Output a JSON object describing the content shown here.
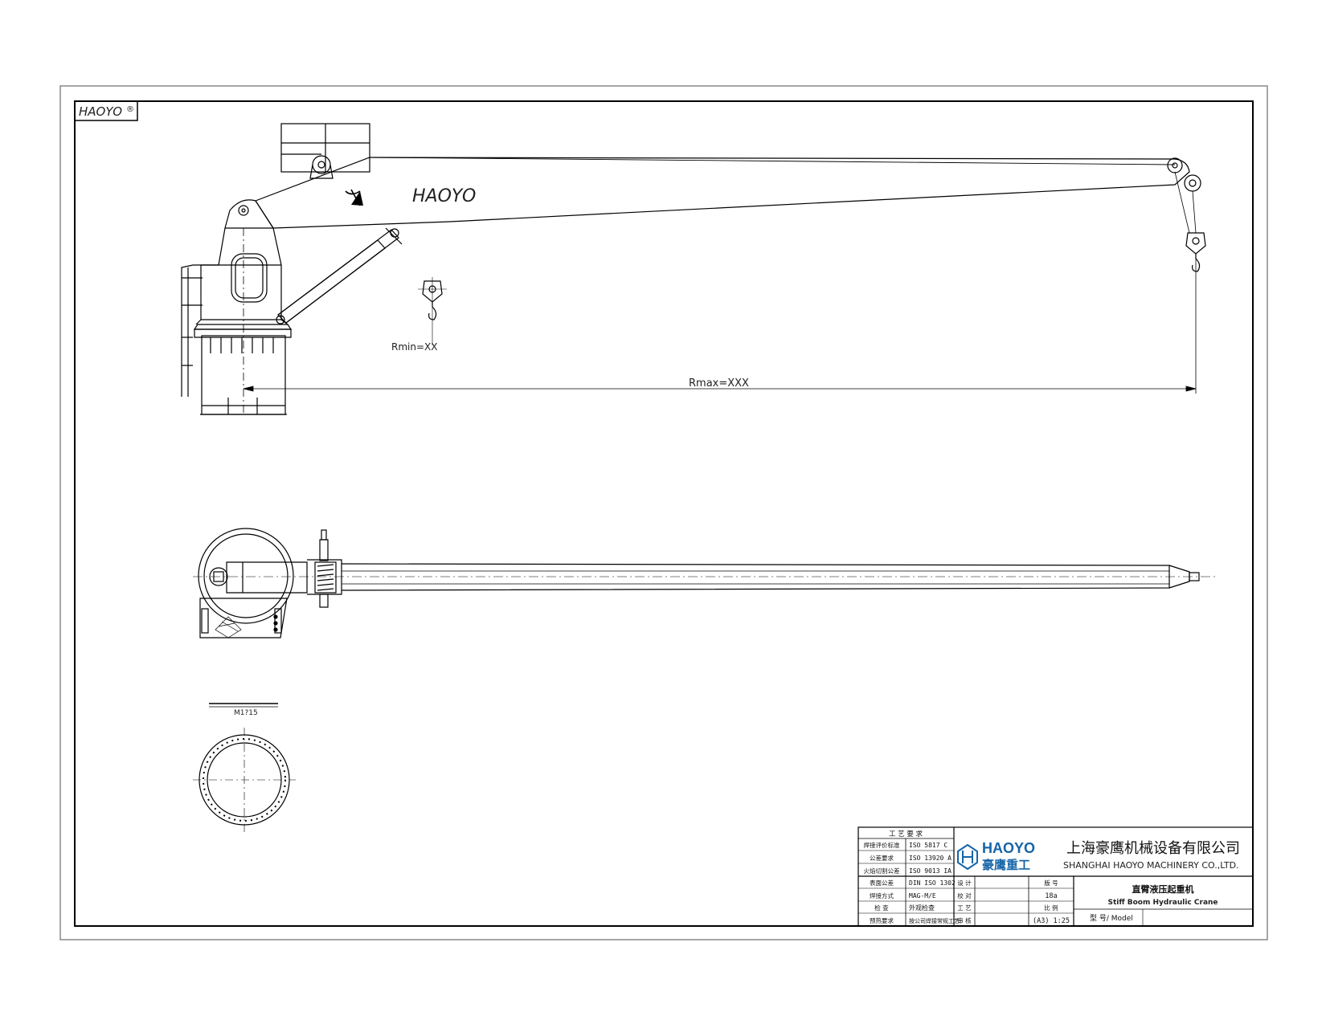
{
  "corner_logo": {
    "text": "HAOYO",
    "mark": "®"
  },
  "side_view": {
    "boom_label": "HAOYO",
    "rmin_label": "Rmin=XX",
    "rmax_label": "Rmax=XXX"
  },
  "bearing_view": {
    "label": "M1?15"
  },
  "title_block": {
    "process_header": "工 艺 要 求",
    "requirements": [
      {
        "name": "焊接评价标准",
        "value": "ISO 5817 C"
      },
      {
        "name": "公差要求",
        "value": "ISO 13920 A"
      },
      {
        "name": "火焰切割公差",
        "value": "ISO 9013 IA"
      },
      {
        "name": "表面公差",
        "value": "DIN ISO 1302"
      },
      {
        "name": "焊接方式",
        "value": "MAG-M/E"
      },
      {
        "name": "检 查",
        "value": "外观检查"
      },
      {
        "name": "预热要求",
        "value": "按公司焊接常规工艺"
      }
    ],
    "roles": [
      "设 计",
      "校 对",
      "工 艺",
      "审 核"
    ],
    "info_labels": [
      "版 号",
      "比 例"
    ],
    "revision": "18a",
    "scale": "(A3) 1:25",
    "logo_text": "HAOYO",
    "logo_cn": "豪鹰重工",
    "company_cn": "上海豪鹰机械设备有限公司",
    "company_en": "SHANGHAI HAOYO MACHINERY CO.,LTD.",
    "product_cn": "直臂液压起重机",
    "product_en": "Stiff Boom Hydraulic Crane",
    "model_label": "型 号/ Model"
  }
}
